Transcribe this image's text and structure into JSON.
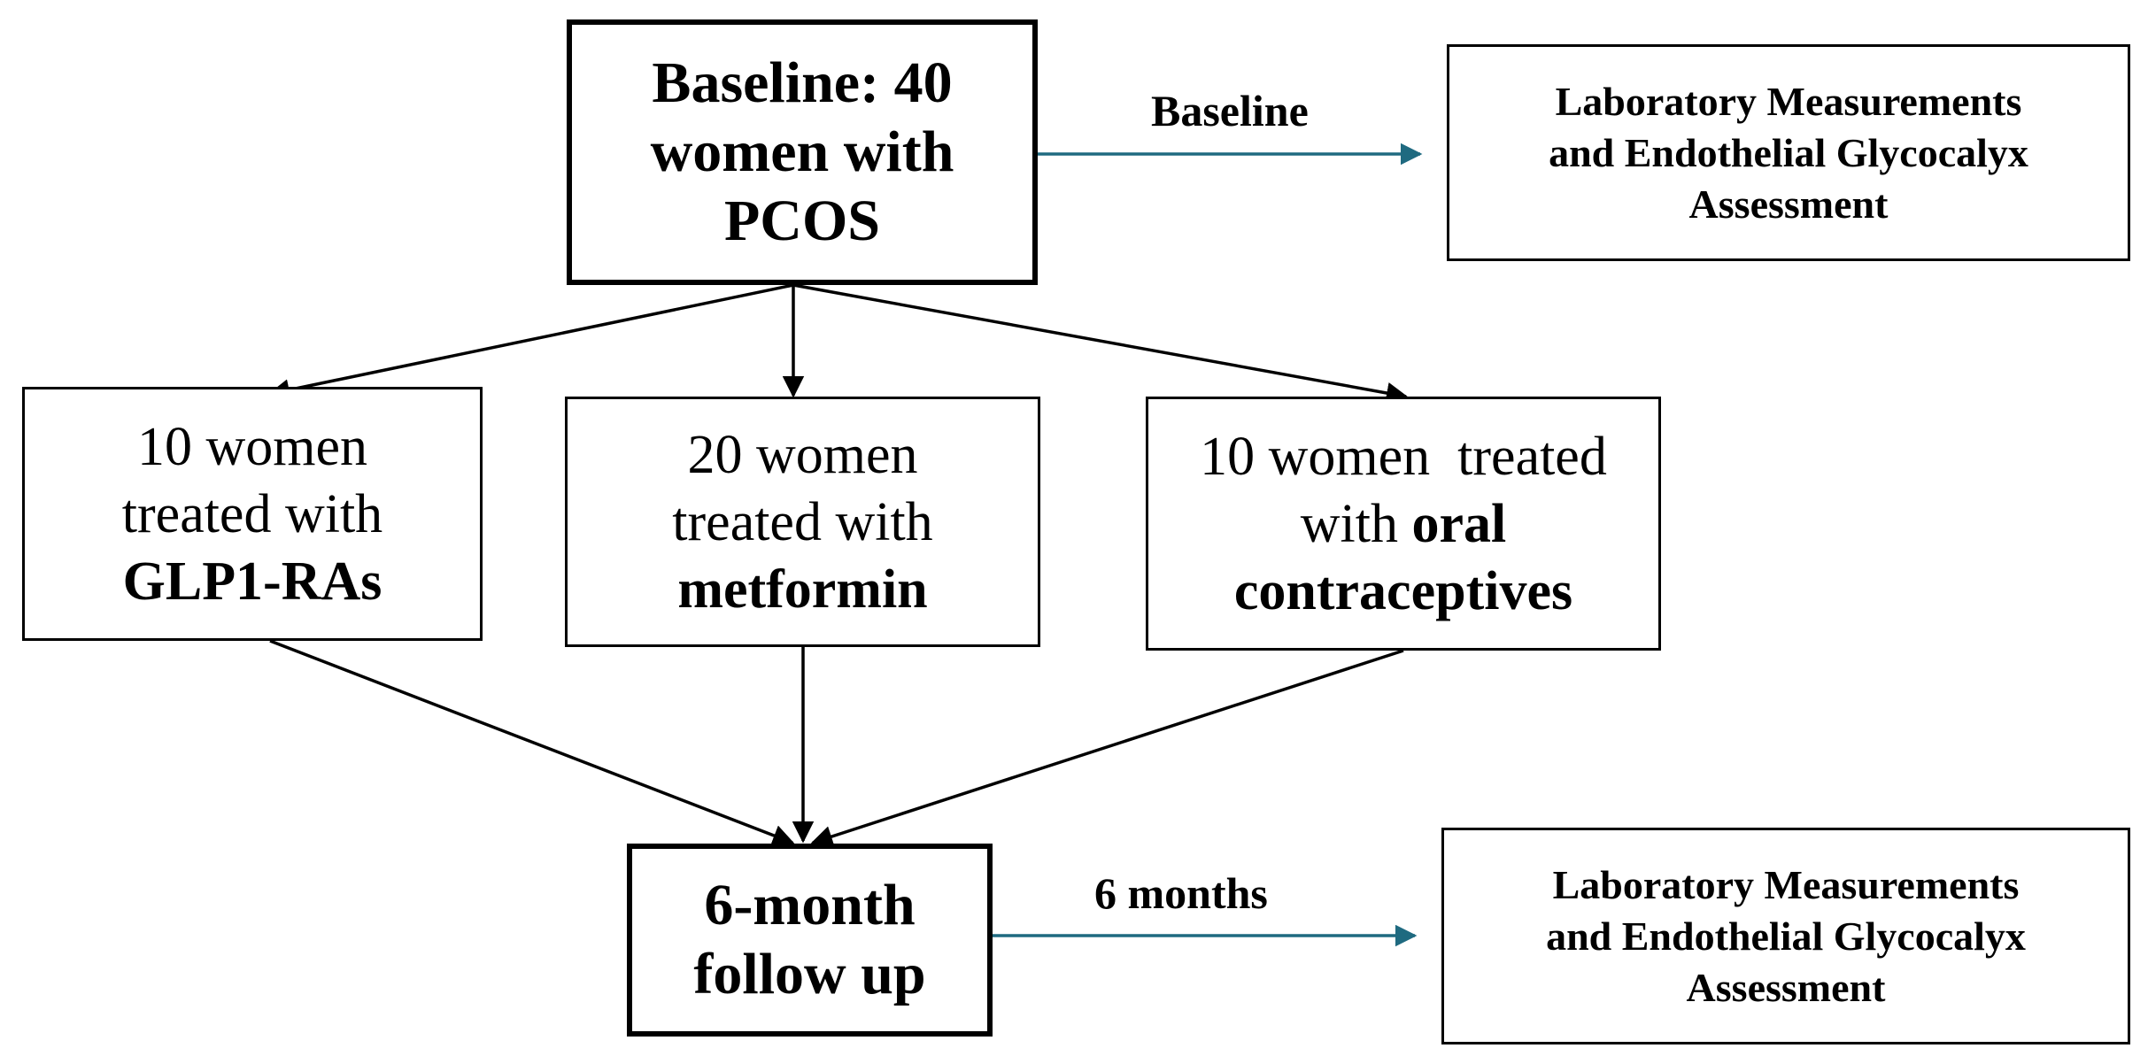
{
  "baseline_box": {
    "line1": "Baseline: 40",
    "line2": "women with",
    "line3": "PCOS"
  },
  "baseline_arrow_label": "Baseline",
  "lab_box_top": {
    "line1": "Laboratory Measurements",
    "line2": "and Endothelial Glycocalyx",
    "line3": "Assessment"
  },
  "groups": {
    "glp1": {
      "line1": "10 women",
      "line2": "treated with",
      "line3_bold": "GLP1-RAs"
    },
    "metformin": {
      "line1": "20 women",
      "line2": "treated with",
      "line3_bold": "metformin"
    },
    "oc": {
      "line1": "10 women  treated",
      "line2_plain": "with ",
      "line2_bold": "oral",
      "line3_bold": "contraceptives"
    }
  },
  "followup_box": {
    "line1": "6-month",
    "line2": "follow up"
  },
  "followup_arrow_label": "6 months",
  "lab_box_bottom": {
    "line1": "Laboratory Measurements",
    "line2": "and Endothelial Glycocalyx",
    "line3": "Assessment"
  },
  "colors": {
    "box_border": "#000000",
    "flow_arrow": "#000000",
    "timeline_arrow": "#1f6a80"
  }
}
